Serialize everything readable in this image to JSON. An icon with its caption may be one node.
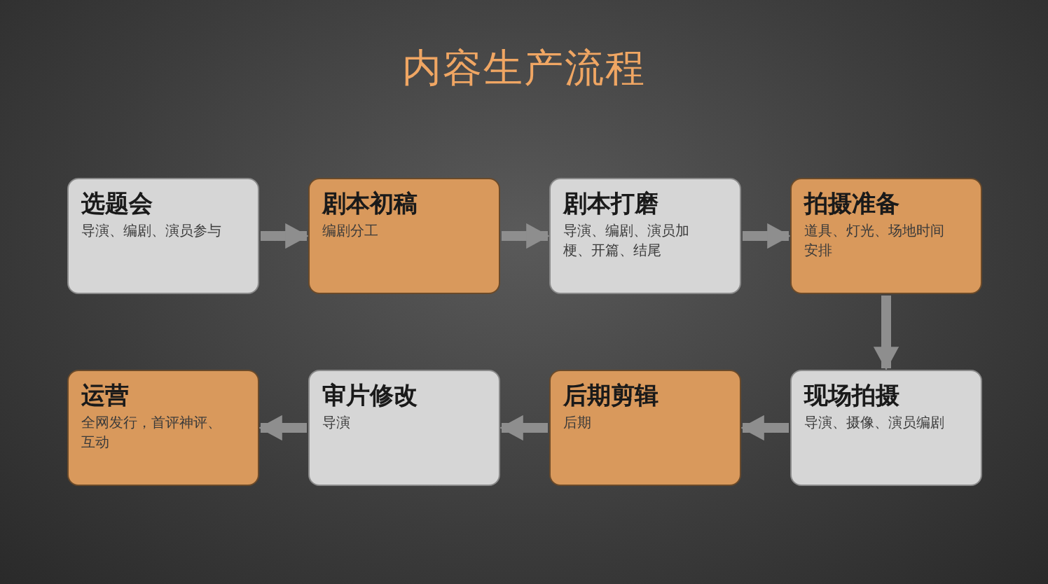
{
  "diagram": {
    "title": "内容生产流程",
    "nodes": [
      {
        "text": [
          "选题会",
          "导演、编剧、演员参与"
        ]
      },
      {
        "text": [
          "剧本初稿",
          "编剧分工"
        ]
      },
      {
        "text": [
          "剧本打磨",
          "导演、编剧、演员加梗、开篇、结尾"
        ]
      },
      {
        "text": [
          "拍摄准备",
          "道具、灯光、场地时间安排"
        ]
      },
      {
        "text": [
          "现场拍摄",
          "导演、摄像、演员编剧"
        ]
      },
      {
        "text": [
          "后期剪辑",
          "后期"
        ]
      },
      {
        "text": [
          "审片修改",
          "导演"
        ]
      },
      {
        "text": [
          "运营",
          "全网发行，首评神评、互动"
        ]
      }
    ],
    "edges": [
      {
        "from": 0,
        "to": 1,
        "arrow": "to"
      },
      {
        "from": 1,
        "to": 2,
        "arrow": "to"
      },
      {
        "from": 2,
        "to": 3,
        "arrow": "to"
      },
      {
        "from": 3,
        "to": 4,
        "arrow": "to"
      },
      {
        "from": 4,
        "to": 5,
        "arrow": "to"
      },
      {
        "from": 5,
        "to": 6,
        "arrow": "to"
      },
      {
        "from": 6,
        "to": 7,
        "arrow": "to"
      }
    ]
  }
}
